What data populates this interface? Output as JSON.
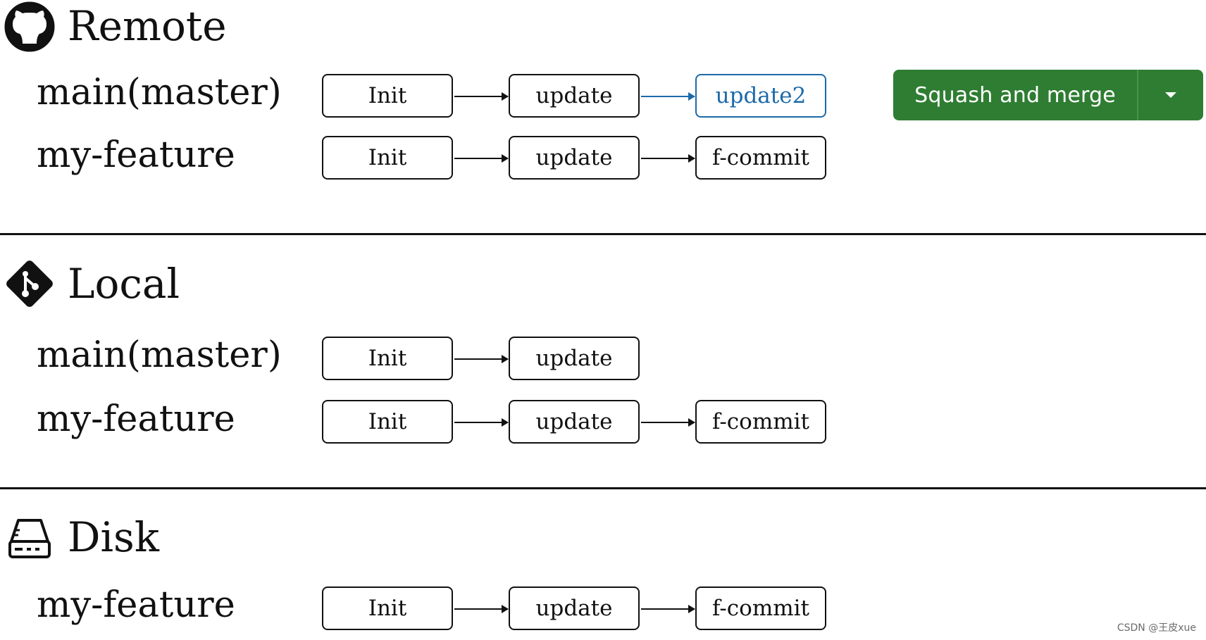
{
  "sections": {
    "remote": {
      "title": "Remote",
      "icon": "github-octocat-icon",
      "branches": [
        {
          "label": "main(master)",
          "commits": [
            "Init",
            "update",
            "update2"
          ],
          "highlight_index": 2
        },
        {
          "label": "my-feature",
          "commits": [
            "Init",
            "update",
            "f-commit"
          ]
        }
      ]
    },
    "local": {
      "title": "Local",
      "icon": "git-logo-icon",
      "branches": [
        {
          "label": "main(master)",
          "commits": [
            "Init",
            "update"
          ]
        },
        {
          "label": "my-feature",
          "commits": [
            "Init",
            "update",
            "f-commit"
          ]
        }
      ]
    },
    "disk": {
      "title": "Disk",
      "icon": "hard-drive-icon",
      "branches": [
        {
          "label": "my-feature",
          "commits": [
            "Init",
            "update",
            "f-commit"
          ]
        }
      ]
    }
  },
  "merge_button": {
    "label": "Squash and merge",
    "caret_icon": "caret-down-icon",
    "color": "#2e7d32"
  },
  "colors": {
    "highlight": "#1c6aa9",
    "line": "#111111"
  },
  "watermark": "CSDN @王皮xue"
}
